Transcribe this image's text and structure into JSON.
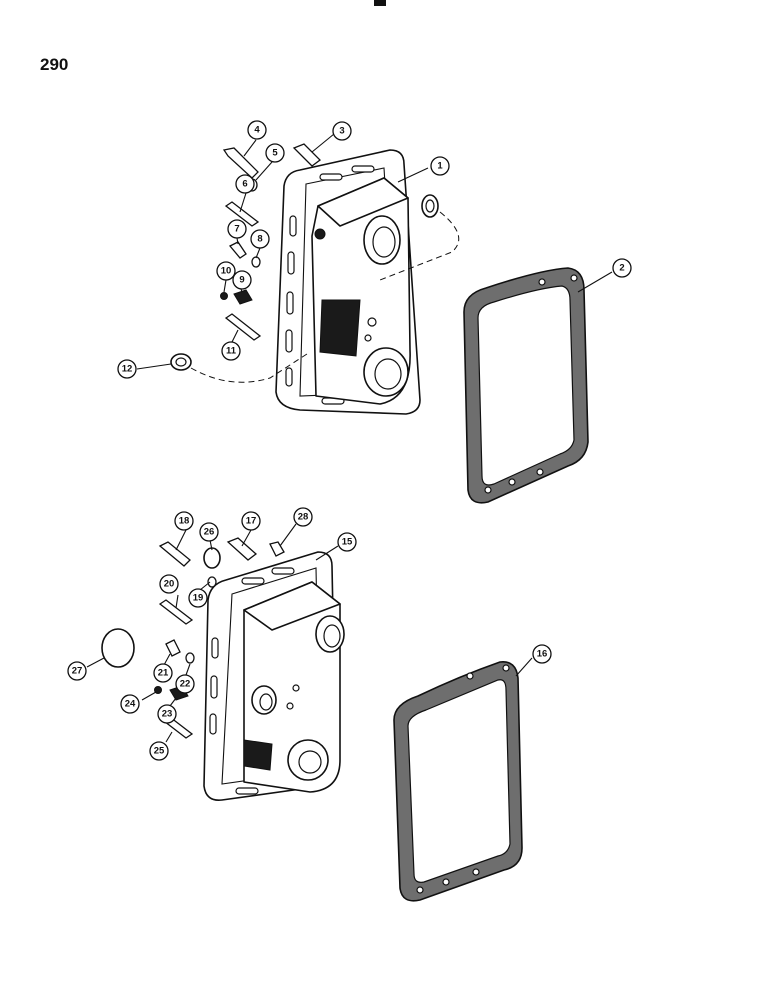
{
  "page": {
    "number": "290"
  },
  "callouts": {
    "c1": "1",
    "c2": "2",
    "c3": "3",
    "c4": "4",
    "c5": "5",
    "c6": "6",
    "c7": "7",
    "c8": "8",
    "c9": "9",
    "c10": "10",
    "c11": "11",
    "c12": "12",
    "c15": "15",
    "c16": "16",
    "c17": "17",
    "c18": "18",
    "c19": "19",
    "c20": "20",
    "c21": "21",
    "c22": "22",
    "c23": "23",
    "c24": "24",
    "c25": "25",
    "c26": "26",
    "c27": "27",
    "c28": "28"
  },
  "colors": {
    "ink": "#111111",
    "gasket_fill": "#6e6e6e",
    "paper": "#ffffff"
  }
}
